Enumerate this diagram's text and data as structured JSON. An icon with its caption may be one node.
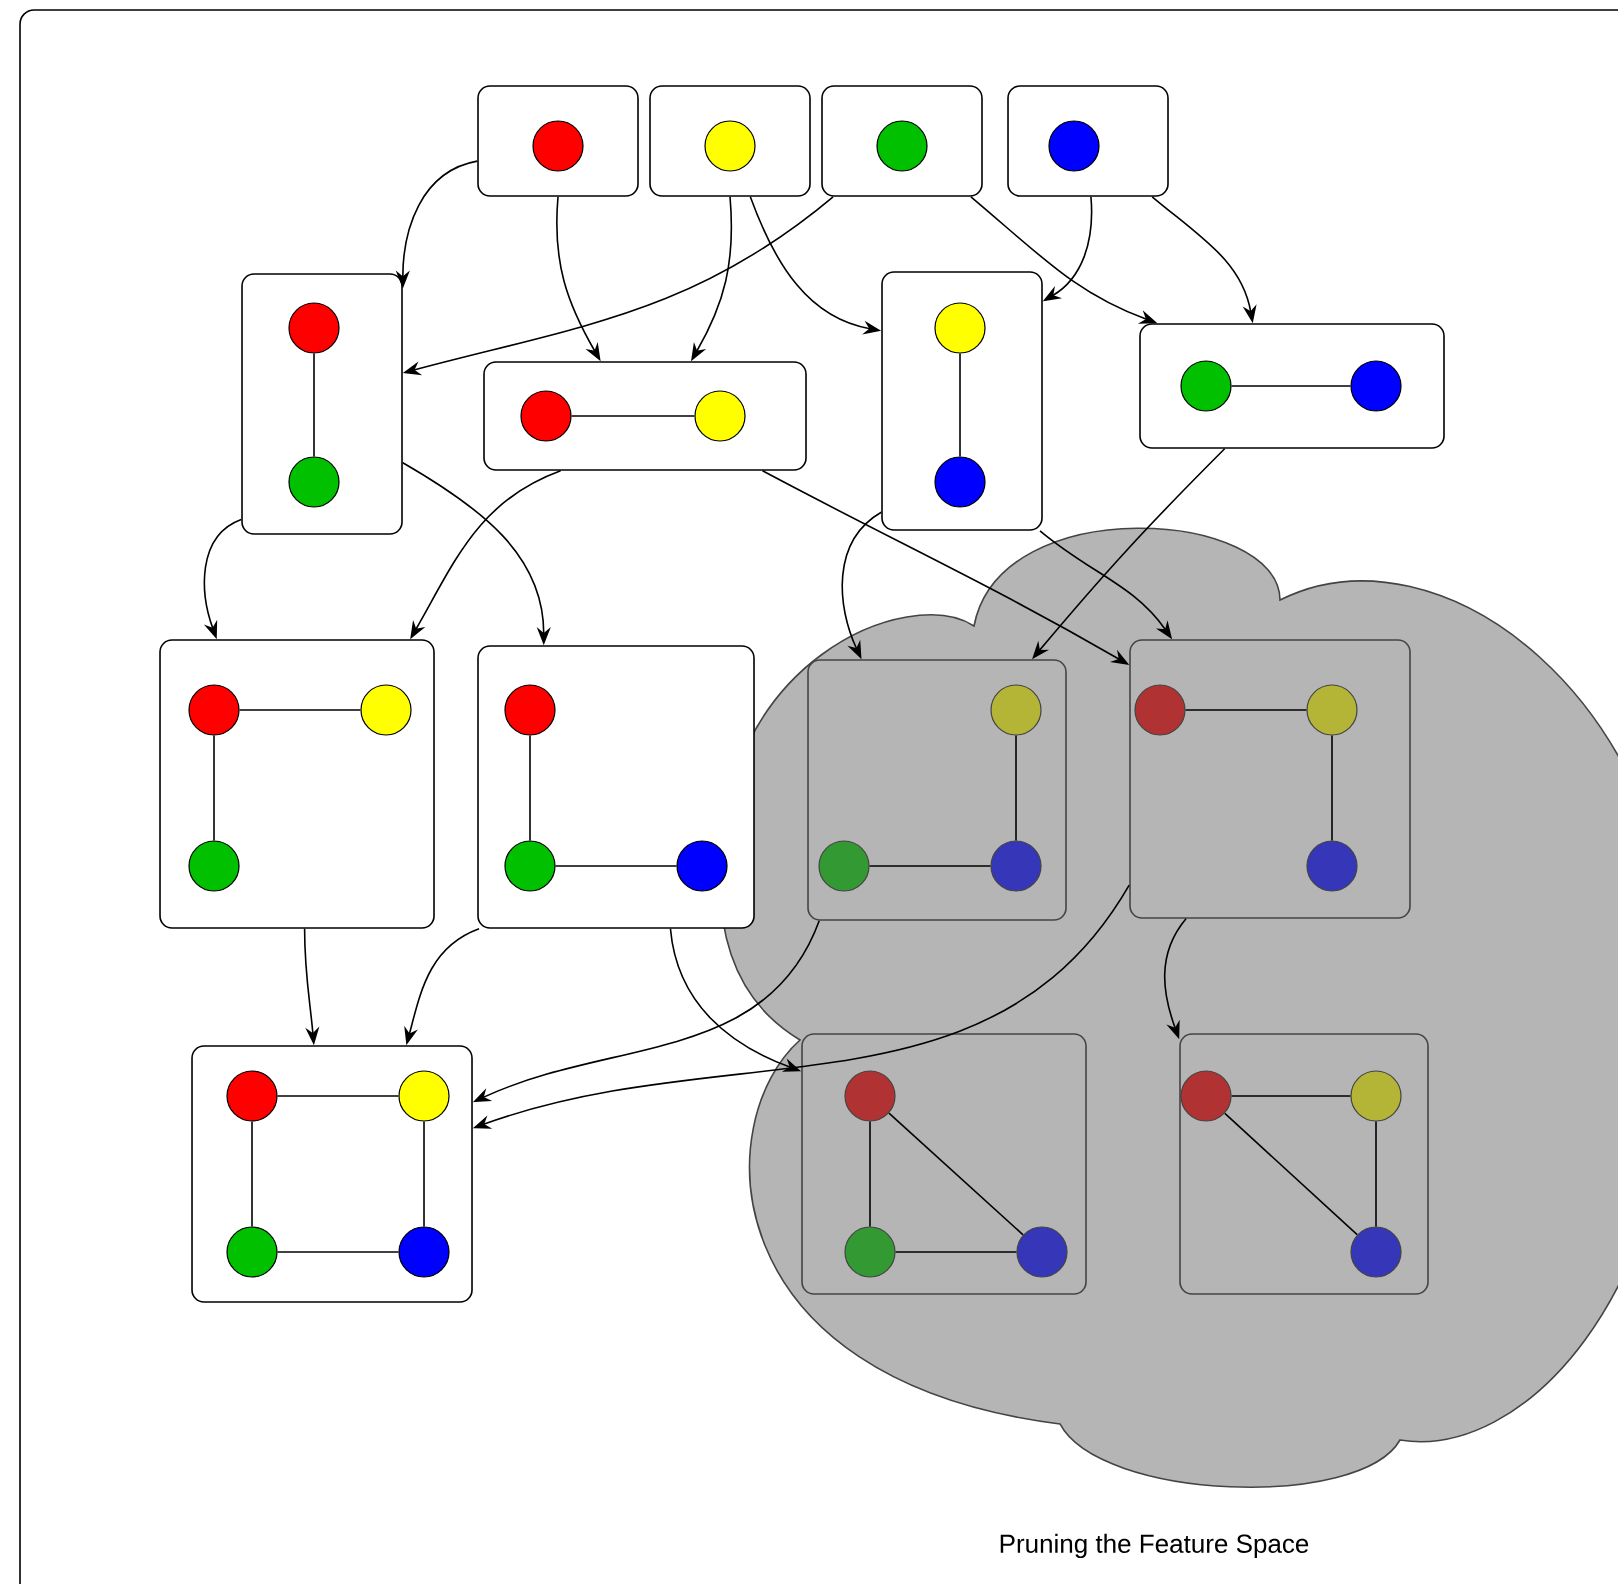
{
  "diagram": {
    "nodes": [
      {
        "text": [],
        "shape": "box"
      },
      {
        "text": [],
        "shape": "circle",
        "in": 0
      },
      {
        "text": [],
        "shape": "box"
      },
      {
        "text": [],
        "shape": "circle",
        "in": 2
      },
      {
        "text": [],
        "shape": "box"
      },
      {
        "text": [],
        "shape": "circle",
        "in": 4
      },
      {
        "text": [],
        "shape": "box"
      },
      {
        "text": [],
        "shape": "circle",
        "in": 6
      },
      {
        "text": [],
        "shape": "box"
      },
      {
        "text": [],
        "shape": "circle",
        "in": 8
      },
      {
        "text": [],
        "shape": "circle",
        "in": 8
      },
      {
        "text": [],
        "shape": "box"
      },
      {
        "text": [],
        "shape": "circle",
        "in": 11
      },
      {
        "text": [],
        "shape": "circle",
        "in": 11
      },
      {
        "text": [],
        "shape": "box"
      },
      {
        "text": [],
        "shape": "circle",
        "in": 14
      },
      {
        "text": [],
        "shape": "circle",
        "in": 14
      },
      {
        "text": [],
        "shape": "box"
      },
      {
        "text": [],
        "shape": "circle",
        "in": 17
      },
      {
        "text": [],
        "shape": "circle",
        "in": 17
      },
      {
        "text": [],
        "shape": "box"
      },
      {
        "text": [],
        "shape": "circle",
        "in": 20
      },
      {
        "text": [],
        "shape": "circle",
        "in": 20
      },
      {
        "text": [],
        "shape": "circle",
        "in": 20
      },
      {
        "text": [],
        "shape": "box"
      },
      {
        "text": [],
        "shape": "circle",
        "in": 24
      },
      {
        "text": [],
        "shape": "circle",
        "in": 24
      },
      {
        "text": [],
        "shape": "circle",
        "in": 24
      },
      {
        "text": [],
        "shape": "cloud",
        "beside": [
          "Pruning the Feature Space"
        ]
      },
      {
        "text": [],
        "shape": "box",
        "in": 28
      },
      {
        "text": [],
        "shape": "circle",
        "in": 29
      },
      {
        "text": [],
        "shape": "circle",
        "in": 29
      },
      {
        "text": [],
        "shape": "circle",
        "in": 29
      },
      {
        "text": [],
        "shape": "box",
        "in": 28
      },
      {
        "text": [],
        "shape": "circle",
        "in": 33
      },
      {
        "text": [],
        "shape": "circle",
        "in": 33
      },
      {
        "text": [],
        "shape": "circle",
        "in": 33
      },
      {
        "text": [],
        "shape": "box"
      },
      {
        "text": [],
        "shape": "circle",
        "in": 37
      },
      {
        "text": [],
        "shape": "circle",
        "in": 37
      },
      {
        "text": [],
        "shape": "circle",
        "in": 37
      },
      {
        "text": [],
        "shape": "circle",
        "in": 37
      },
      {
        "text": [],
        "shape": "box",
        "in": 28
      },
      {
        "text": [],
        "shape": "circle",
        "in": 42
      },
      {
        "text": [],
        "shape": "circle",
        "in": 42
      },
      {
        "text": [],
        "shape": "circle",
        "in": 42
      },
      {
        "text": [],
        "shape": "box",
        "in": 28
      },
      {
        "text": [],
        "shape": "circle",
        "in": 46
      },
      {
        "text": [],
        "shape": "circle",
        "in": 46
      },
      {
        "text": [],
        "shape": "circle",
        "in": 46
      }
    ],
    "edges": [
      {
        "from": 0,
        "to": 8,
        "arrow": "to"
      },
      {
        "from": 0,
        "to": 11,
        "arrow": "to"
      },
      {
        "from": 2,
        "to": 11,
        "arrow": "to"
      },
      {
        "from": 2,
        "to": 14,
        "arrow": "to"
      },
      {
        "from": 4,
        "to": 8,
        "arrow": "to"
      },
      {
        "from": 4,
        "to": 17,
        "arrow": "to"
      },
      {
        "from": 6,
        "to": 14,
        "arrow": "to"
      },
      {
        "from": 6,
        "to": 17,
        "arrow": "to"
      },
      {
        "from": 8,
        "to": 20,
        "arrow": "to"
      },
      {
        "from": 8,
        "to": 24,
        "arrow": "to"
      },
      {
        "from": 11,
        "to": 20,
        "arrow": "to"
      },
      {
        "from": 11,
        "to": 33,
        "arrow": "to"
      },
      {
        "from": 14,
        "to": 29,
        "arrow": "to"
      },
      {
        "from": 14,
        "to": 33,
        "arrow": "to"
      },
      {
        "from": 17,
        "to": 29,
        "arrow": "to"
      },
      {
        "from": 20,
        "to": 37,
        "arrow": "to"
      },
      {
        "from": 24,
        "to": 37,
        "arrow": "to"
      },
      {
        "from": 24,
        "to": 42,
        "arrow": "to"
      },
      {
        "from": 29,
        "to": 37,
        "arrow": "to"
      },
      {
        "from": 33,
        "to": 37,
        "arrow": "to"
      },
      {
        "from": 33,
        "to": 46,
        "arrow": "to"
      },
      {
        "from": 9,
        "to": 10,
        "arrow": "none"
      },
      {
        "from": 12,
        "to": 13,
        "arrow": "none"
      },
      {
        "from": 15,
        "to": 16,
        "arrow": "none"
      },
      {
        "from": 18,
        "to": 19,
        "arrow": "none"
      },
      {
        "from": 21,
        "to": 22,
        "arrow": "none"
      },
      {
        "from": 21,
        "to": 23,
        "arrow": "none"
      },
      {
        "from": 25,
        "to": 26,
        "arrow": "none"
      },
      {
        "from": 26,
        "to": 27,
        "arrow": "none"
      },
      {
        "from": 30,
        "to": 32,
        "arrow": "none"
      },
      {
        "from": 31,
        "to": 32,
        "arrow": "none"
      },
      {
        "from": 34,
        "to": 35,
        "arrow": "none"
      },
      {
        "from": 35,
        "to": 36,
        "arrow": "none"
      },
      {
        "from": 38,
        "to": 39,
        "arrow": "none"
      },
      {
        "from": 38,
        "to": 40,
        "arrow": "none"
      },
      {
        "from": 39,
        "to": 41,
        "arrow": "none"
      },
      {
        "from": 40,
        "to": 41,
        "arrow": "none"
      },
      {
        "from": 43,
        "to": 44,
        "arrow": "none"
      },
      {
        "from": 43,
        "to": 45,
        "arrow": "none"
      },
      {
        "from": 44,
        "to": 45,
        "arrow": "none"
      },
      {
        "from": 47,
        "to": 48,
        "arrow": "none"
      },
      {
        "from": 47,
        "to": 49,
        "arrow": "none"
      },
      {
        "from": 48,
        "to": 49,
        "arrow": "none"
      }
    ]
  }
}
